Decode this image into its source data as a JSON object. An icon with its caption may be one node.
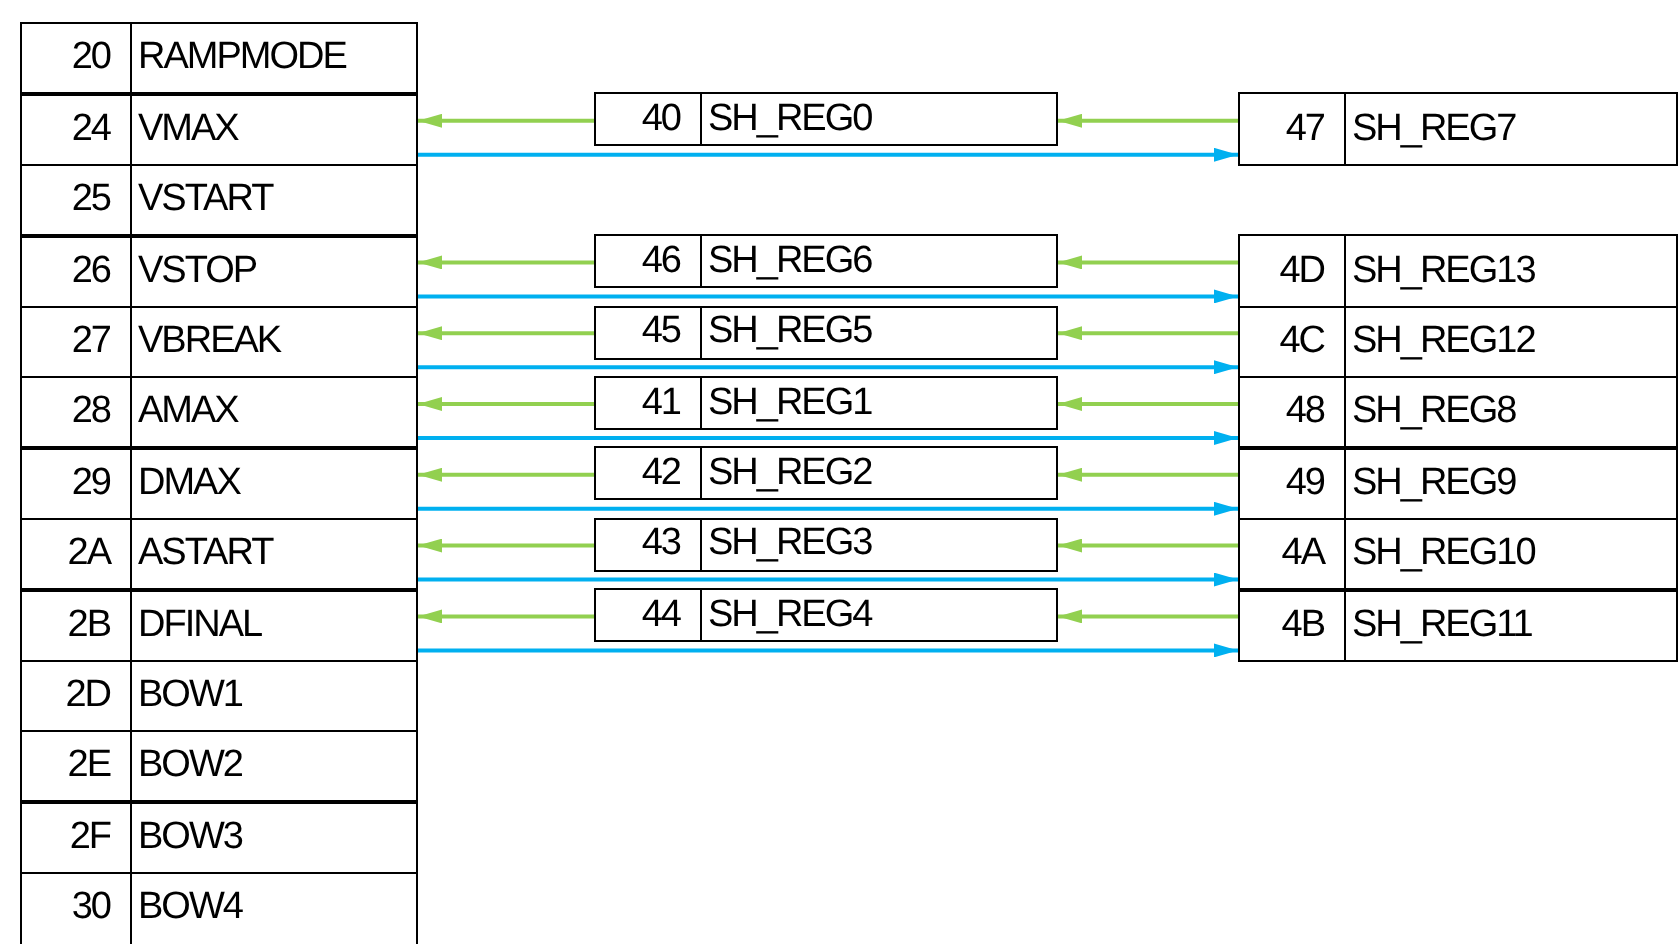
{
  "diagram": {
    "nodes": [
      {
        "text": [
          "20",
          "RAMPMODE"
        ]
      },
      {
        "text": [
          "24",
          "VMAX"
        ]
      },
      {
        "text": [
          "40",
          "SH_REG0"
        ]
      },
      {
        "text": [
          "47",
          "SH_REG7"
        ]
      },
      {
        "text": [
          "25",
          "VSTART"
        ]
      },
      {
        "text": [
          "26",
          "VSTOP"
        ]
      },
      {
        "text": [
          "46",
          "SH_REG6"
        ]
      },
      {
        "text": [
          "4D",
          "SH_REG13"
        ]
      },
      {
        "text": [
          "27",
          "VBREAK"
        ]
      },
      {
        "text": [
          "45",
          "SH_REG5"
        ]
      },
      {
        "text": [
          "4C",
          "SH_REG12"
        ]
      },
      {
        "text": [
          "28",
          "AMAX"
        ]
      },
      {
        "text": [
          "41",
          "SH_REG1"
        ]
      },
      {
        "text": [
          "48",
          "SH_REG8"
        ]
      },
      {
        "text": [
          "29",
          "DMAX"
        ]
      },
      {
        "text": [
          "42",
          "SH_REG2"
        ]
      },
      {
        "text": [
          "49",
          "SH_REG9"
        ]
      },
      {
        "text": [
          "2A",
          "ASTART"
        ]
      },
      {
        "text": [
          "43",
          "SH_REG3"
        ]
      },
      {
        "text": [
          "4A",
          "SH_REG10"
        ]
      },
      {
        "text": [
          "2B",
          "DFINAL"
        ]
      },
      {
        "text": [
          "44",
          "SH_REG4"
        ]
      },
      {
        "text": [
          "4B",
          "SH_REG11"
        ]
      },
      {
        "text": [
          "2D",
          "BOW1"
        ]
      },
      {
        "text": [
          "2E",
          "BOW2"
        ]
      },
      {
        "text": [
          "2F",
          "BOW3"
        ]
      },
      {
        "text": [
          "30",
          "BOW4"
        ]
      }
    ],
    "edges": [
      {
        "from": 2,
        "to": 1,
        "arrow": "to"
      },
      {
        "from": 1,
        "to": 3,
        "arrow": "to",
        "color": "#00b0f0"
      },
      {
        "from": 3,
        "to": 2,
        "arrow": "to"
      },
      {
        "from": 6,
        "to": 5,
        "arrow": "to"
      },
      {
        "from": 5,
        "to": 7,
        "arrow": "to",
        "color": "#00b0f0"
      },
      {
        "from": 7,
        "to": 6,
        "arrow": "to"
      },
      {
        "from": 9,
        "to": 8,
        "arrow": "to"
      },
      {
        "from": 8,
        "to": 10,
        "arrow": "to",
        "color": "#00b0f0"
      },
      {
        "from": 10,
        "to": 9,
        "arrow": "to"
      },
      {
        "from": 12,
        "to": 11,
        "arrow": "to"
      },
      {
        "from": 11,
        "to": 13,
        "arrow": "to",
        "color": "#00b0f0"
      },
      {
        "from": 13,
        "to": 12,
        "arrow": "to"
      },
      {
        "from": 15,
        "to": 14,
        "arrow": "to"
      },
      {
        "from": 14,
        "to": 16,
        "arrow": "to",
        "color": "#00b0f0"
      },
      {
        "from": 16,
        "to": 15,
        "arrow": "to"
      },
      {
        "from": 18,
        "to": 17,
        "arrow": "to"
      },
      {
        "from": 17,
        "to": 19,
        "arrow": "to",
        "color": "#00b0f0"
      },
      {
        "from": 19,
        "to": 18,
        "arrow": "to"
      },
      {
        "from": 21,
        "to": 20,
        "arrow": "to"
      },
      {
        "from": 20,
        "to": 22,
        "arrow": "to",
        "color": "#00b0f0"
      },
      {
        "from": 22,
        "to": 21,
        "arrow": "to"
      }
    ]
  }
}
